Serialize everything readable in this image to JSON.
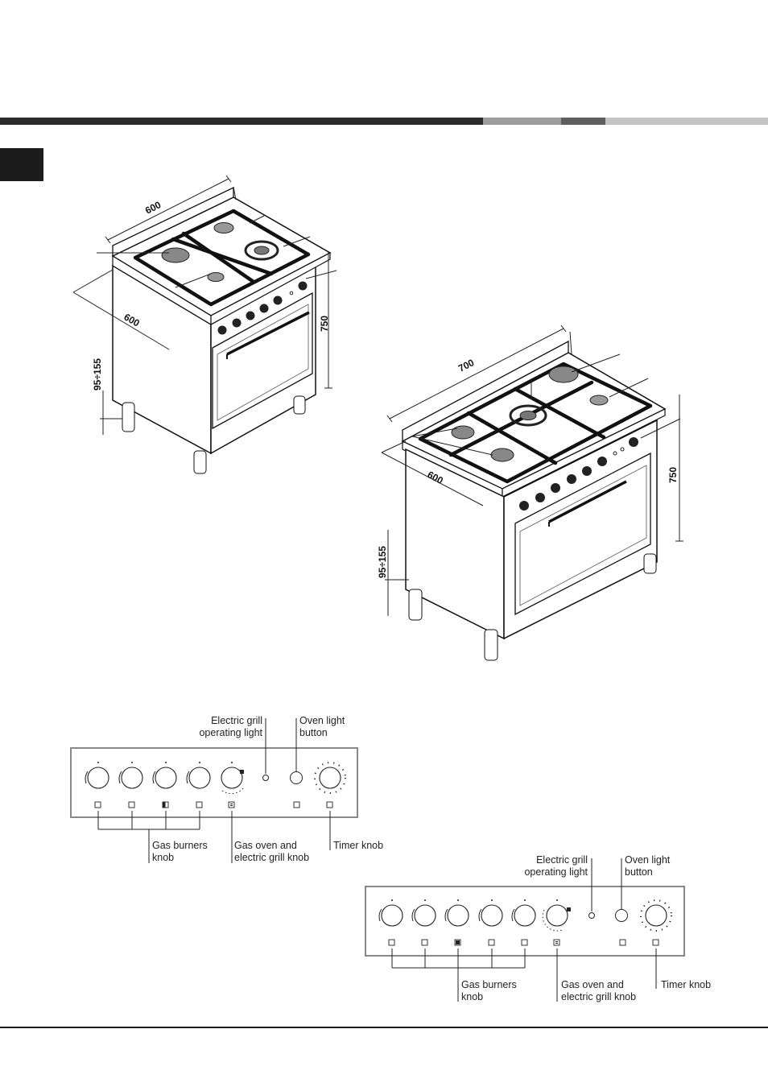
{
  "cooker_small": {
    "dim_width": "600",
    "dim_depth": "600",
    "dim_height": "750",
    "dim_leg": "95÷155"
  },
  "cooker_large": {
    "dim_width": "700",
    "dim_depth": "600",
    "dim_height": "750",
    "dim_leg": "95÷155"
  },
  "panel_small": {
    "electric_grill_light_line1": "Electric grill",
    "electric_grill_light_line2": "operating light",
    "oven_light_line1": "Oven light",
    "oven_light_line2": "button",
    "gas_burners_line1": "Gas burners",
    "gas_burners_line2": "knob",
    "gas_oven_line1": "Gas oven and",
    "gas_oven_line2": "electric grill knob",
    "timer_knob": "Timer knob"
  },
  "panel_large": {
    "electric_grill_light_line1": "Electric grill",
    "electric_grill_light_line2": "operating light",
    "oven_light_line1": "Oven light",
    "oven_light_line2": "button",
    "gas_burners_line1": "Gas burners",
    "gas_burners_line2": "knob",
    "gas_oven_line1": "Gas oven and",
    "gas_oven_line2": "electric grill knob",
    "timer_knob": "Timer knob"
  },
  "colors": {
    "dark": "#2b2b2b",
    "mid_gray": "#9d9d9d",
    "dark_gray": "#5e5e5e",
    "light_gray": "#c4c4c4"
  }
}
